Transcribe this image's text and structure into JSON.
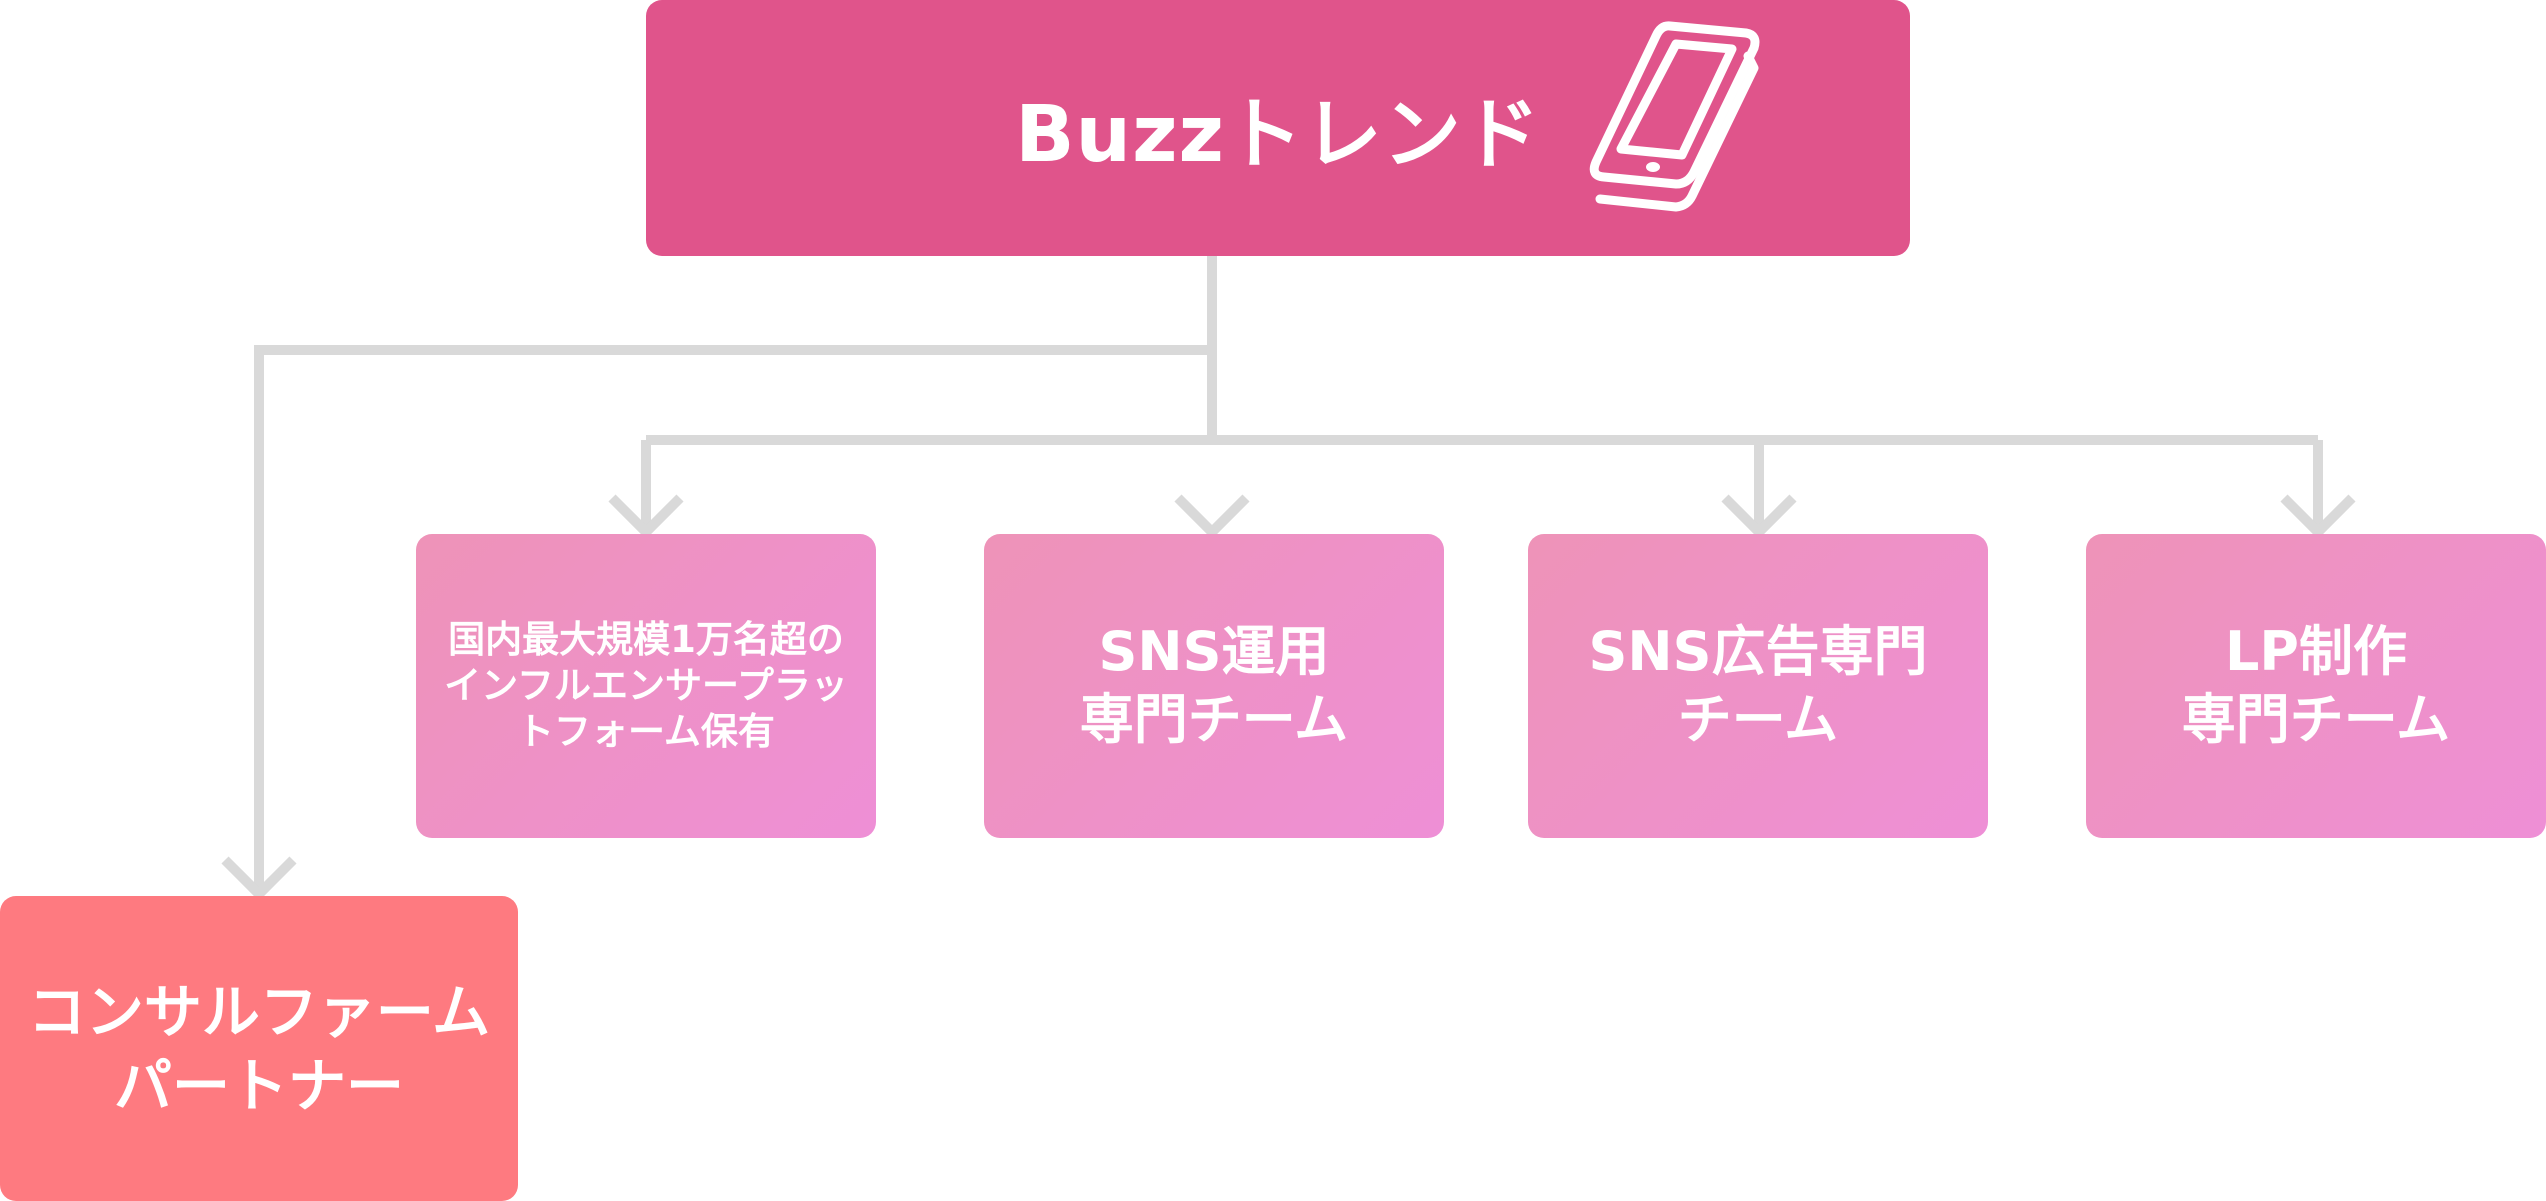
{
  "diagram": {
    "root": {
      "title": "Buzzトレンド",
      "icon": "smartphone-icon",
      "color": "#e0548b"
    },
    "teams": [
      {
        "lines": [
          "国内最大規模1万名超の",
          "インフルエンサープラッ",
          "トフォーム保有"
        ]
      },
      {
        "lines": [
          "SNS運用",
          "専門チーム"
        ]
      },
      {
        "lines": [
          "SNS広告専門",
          "チーム"
        ]
      },
      {
        "lines": [
          "LP制作",
          "専門チーム"
        ]
      }
    ],
    "team_gradient": [
      "#ee93b8",
      "#ee8fd6"
    ],
    "partner": {
      "lines": [
        "コンサルファーム",
        "パートナー"
      ],
      "color": "#fe7a80"
    },
    "connector_color": "#d9d9d9"
  }
}
